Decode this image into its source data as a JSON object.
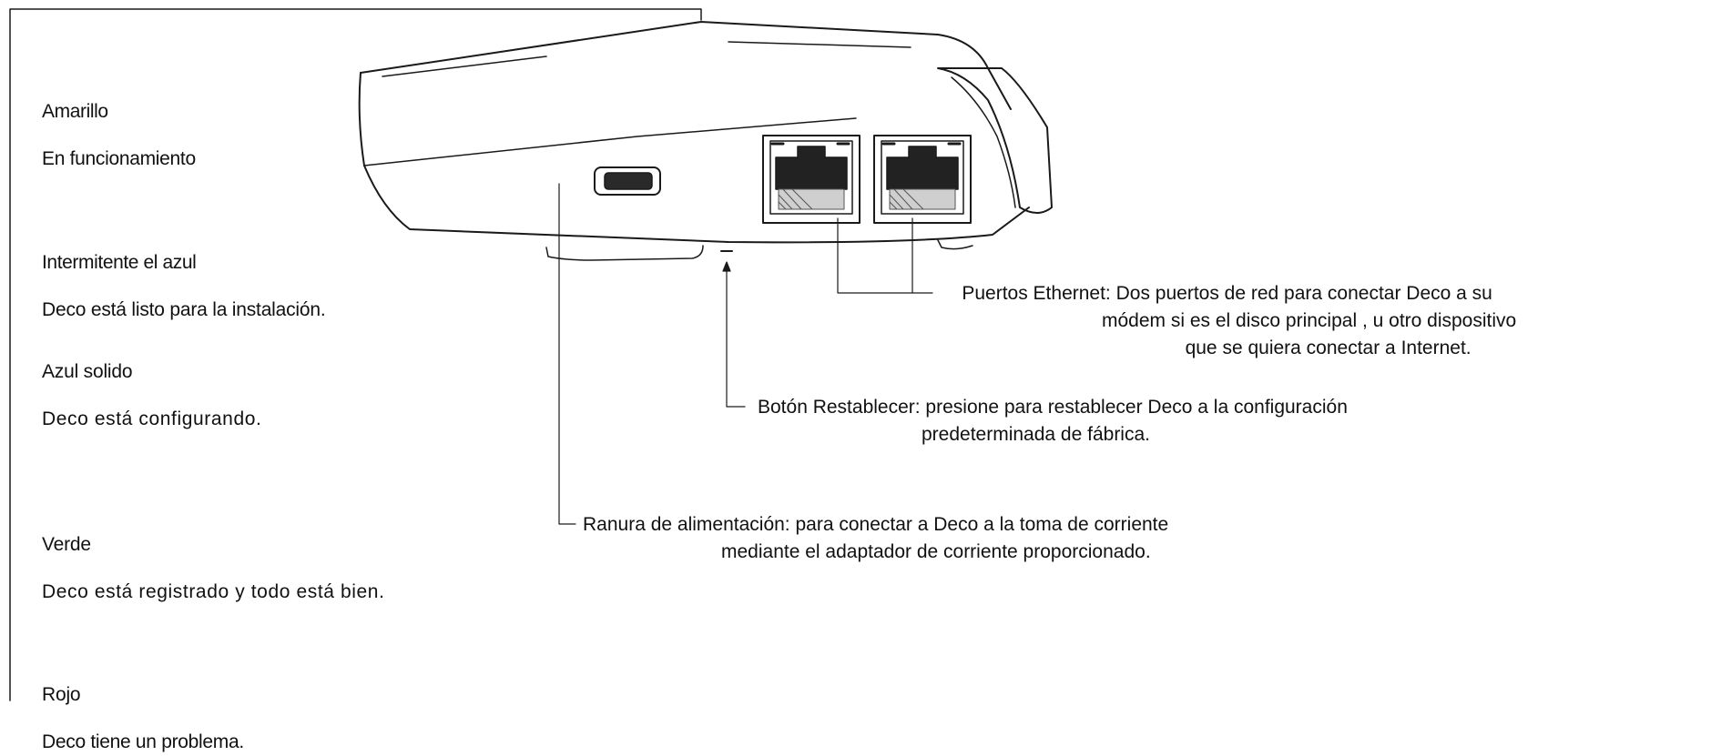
{
  "led_legend": {
    "items": [
      {
        "color_name": "Amarillo",
        "meaning": "En funcionamiento"
      },
      {
        "color_name": "Intermitente el azul",
        "meaning": "Deco está listo para la instalación."
      },
      {
        "color_name": "Azul solido",
        "meaning": "Deco está configurando."
      },
      {
        "color_name": "Verde",
        "meaning": "Deco está registrado y todo está bien."
      },
      {
        "color_name": "Rojo",
        "meaning": "Deco tiene un problema."
      }
    ]
  },
  "callouts": {
    "ethernet": {
      "line1": "Puertos Ethernet: Dos puertos de red  para conectar Deco a su",
      "line2": "módem si es el disco principal , u otro dispositivo",
      "line3": "que se quiera conectar a Internet."
    },
    "reset": {
      "line1": "Botón Restablecer: presione para restablecer Deco a la configuración",
      "line2": "predeterminada de fábrica."
    },
    "power": {
      "line1": "Ranura de alimentación: para conectar a Deco a la toma de corriente",
      "line2": "mediante el adaptador de corriente proporcionado."
    }
  }
}
